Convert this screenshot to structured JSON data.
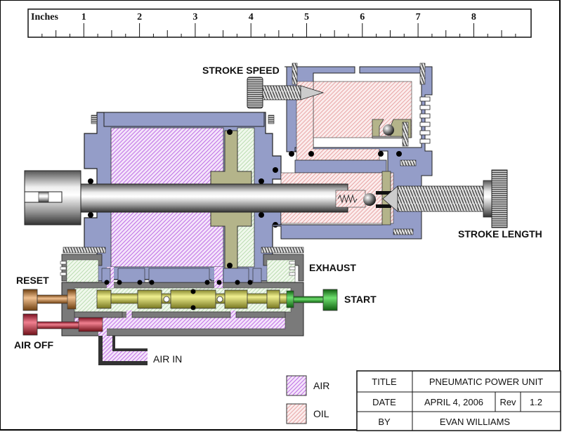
{
  "ruler": {
    "unit_label": "Inches",
    "major_ticks": [
      "1",
      "2",
      "3",
      "4",
      "5",
      "6",
      "7",
      "8"
    ]
  },
  "labels": {
    "stroke_speed": "STROKE SPEED",
    "stroke_length": "STROKE LENGTH",
    "exhaust": "EXHAUST",
    "reset": "RESET",
    "start": "START",
    "air_off": "AIR OFF",
    "air_in": "AIR IN"
  },
  "legend": [
    {
      "label": "AIR",
      "color": "#b060e0"
    },
    {
      "label": "OIL",
      "color": "#e08080"
    }
  ],
  "title_block": {
    "title_label": "TITLE",
    "title_value": "PNEUMATIC POWER UNIT",
    "date_label": "DATE",
    "date_value": "APRIL 4, 2006",
    "rev_label": "Rev",
    "rev_value": "1.2",
    "by_label": "BY",
    "by_value": "EVAN WILLIAMS"
  },
  "colors": {
    "housing": "#949dc8",
    "piston": "#b4b48a",
    "valve_body": "#7a7a7a",
    "spool": "#c8c860",
    "reset_knob": "#b07840",
    "air_off_knob": "#b83040",
    "start_knob": "#30a030"
  }
}
